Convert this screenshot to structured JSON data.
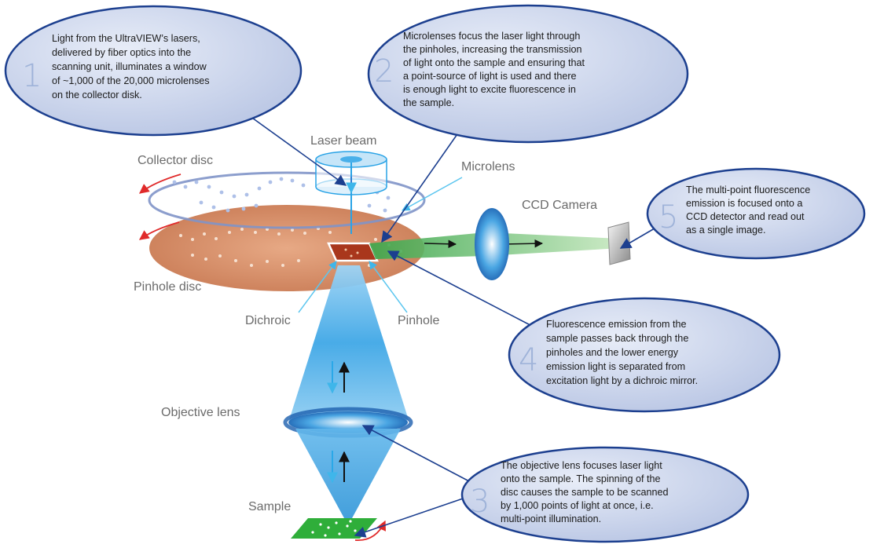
{
  "labels": {
    "laser_beam": "Laser beam",
    "collector_disc": "Collector disc",
    "microlens": "Microlens",
    "ccd_camera": "CCD Camera",
    "pinhole_disc": "Pinhole disc",
    "dichroic": "Dichroic",
    "pinhole": "Pinhole",
    "objective_lens": "Objective lens",
    "sample": "Sample"
  },
  "callouts": [
    {
      "number": "1",
      "lines": [
        "Light from the UltraVIEW’s lasers,",
        "delivered by fiber optics into the",
        "scanning unit, illuminates a window",
        "of ~1,000 of the 20,000 microlenses",
        "on the collector disk."
      ]
    },
    {
      "number": "2",
      "lines": [
        "Microlenses focus the laser light through",
        "the pinholes, increasing the transmission",
        "of light onto the sample and ensuring that",
        "a point-source of light is used and there",
        "is enough light to excite fluorescence in",
        "the sample."
      ]
    },
    {
      "number": "3",
      "lines": [
        "The objective lens focuses laser light",
        "onto the sample. The spinning of the",
        "disc causes the sample to be scanned",
        "by 1,000 points of light at once, i.e.",
        "multi-point illumination."
      ]
    },
    {
      "number": "4",
      "lines": [
        "Fluorescence emission from the",
        "sample passes back through the",
        "pinholes and the lower energy",
        "emission light is separated from",
        "excitation light by a dichroic mirror."
      ]
    },
    {
      "number": "5",
      "lines": [
        "The multi-point fluorescence",
        "emission is focused onto a",
        "CCD detector and read out",
        "as a single image."
      ]
    }
  ],
  "colors": {
    "bubble_fill": "#c9d3eb",
    "bubble_stroke": "#1c3f8f",
    "pinhole_disc": "#d9906a",
    "collector_ring": "#7f93c8",
    "beam": "#3fa7e6",
    "emission": "#6cc36a",
    "sample": "#2fae3a",
    "rotation_arrow": "#e02a2a"
  }
}
